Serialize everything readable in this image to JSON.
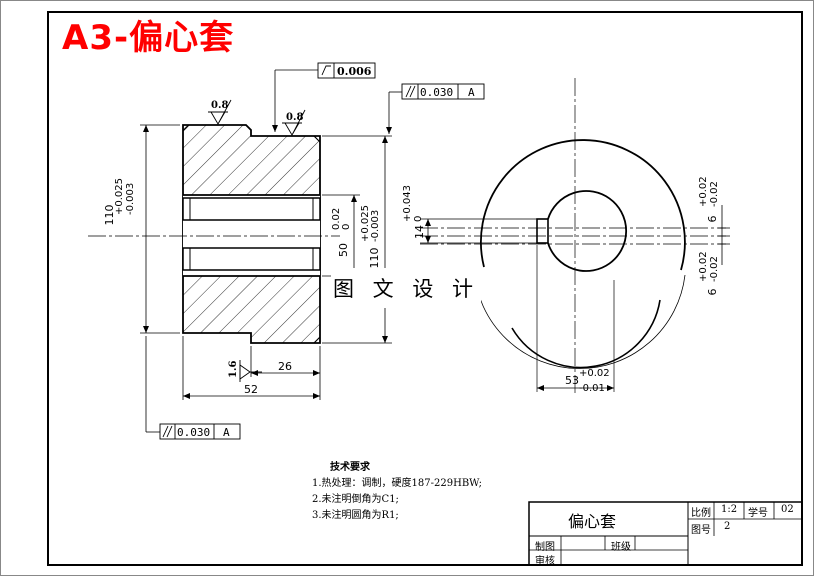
{
  "title": "A3-偏心套",
  "watermark": "图 文 设 计",
  "tolerances": {
    "flatness": "0.006",
    "parallel_top": "0.030",
    "parallel_top_datum": "A",
    "parallel_bottom": "0.030",
    "parallel_bottom_datum": "A"
  },
  "roughness": {
    "left_top": "0.8",
    "step_top": "0.8",
    "bottom": "1.6"
  },
  "front_view": {
    "outer_dia_nom": "110",
    "outer_dia_up": "+0.025",
    "outer_dia_lo": "-0.003",
    "bore_nom": "50",
    "bore_up": "0.02",
    "bore_lo": "0",
    "inner_dia_nom": "110",
    "inner_dia_up": "+0.025",
    "inner_dia_lo": "-0.003",
    "length_total": "52",
    "length_step": "26"
  },
  "side_view": {
    "keyway_width_nom": "14",
    "keyway_width_up": "+0.043",
    "keyway_width_lo": "0",
    "ecc_top_nom": "6",
    "ecc_top_up": "+0.02",
    "ecc_top_lo": "-0.02",
    "ecc_bot_nom": "6",
    "ecc_bot_up": "+0.02",
    "ecc_bot_lo": "-0.02",
    "key_depth_nom": "53",
    "key_depth_up": "+0.02",
    "key_depth_lo": "-0.01"
  },
  "notes": {
    "heading": "技术要求",
    "items": [
      "1.热处理：调制，硬度187-229HBW;",
      "2.未注明倒角为C1;",
      "3.未注明圆角为R1;"
    ]
  },
  "title_block": {
    "part_name": "偏心套",
    "scale_label": "比例",
    "scale_value": "1:2",
    "student_no_label": "学号",
    "student_no_value": "02",
    "drawing_no_label": "图号",
    "drawing_no_value": "2",
    "drawn_label": "制图",
    "checked_label": "审核",
    "class_label": "班级"
  },
  "colors": {
    "title": "#ff0000",
    "line": "#000000",
    "background": "#ffffff"
  }
}
